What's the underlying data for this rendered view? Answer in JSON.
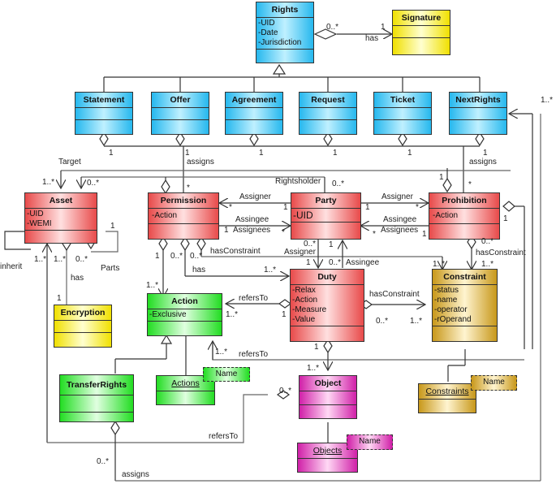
{
  "classes": {
    "rights": {
      "name": "Rights",
      "attrs": [
        "-UID",
        "-Date",
        "-Jurisdiction"
      ]
    },
    "signature": {
      "name": "Signature"
    },
    "statement": {
      "name": "Statement"
    },
    "offer": {
      "name": "Offer"
    },
    "agreement": {
      "name": "Agreement"
    },
    "request": {
      "name": "Request"
    },
    "ticket": {
      "name": "Ticket"
    },
    "nextrights": {
      "name": "NextRights"
    },
    "asset": {
      "name": "Asset",
      "attrs": [
        "-UID",
        "-WEMI"
      ]
    },
    "permission": {
      "name": "Permission",
      "attrs": [
        "-Action"
      ]
    },
    "party": {
      "name": "Party",
      "attrs": [
        "-UID"
      ]
    },
    "prohibition": {
      "name": "Prohibition",
      "attrs": [
        "-Action"
      ]
    },
    "encryption": {
      "name": "Encryption"
    },
    "action": {
      "name": "Action",
      "attrs": [
        "-Exclusive"
      ]
    },
    "duty": {
      "name": "Duty",
      "attrs": [
        "-Relax",
        "-Action",
        "-Measure",
        "-Value"
      ]
    },
    "constraint": {
      "name": "Constraint",
      "attrs": [
        "-status",
        "-name",
        "-operator",
        "-rOperand"
      ]
    },
    "transferrights": {
      "name": "TransferRights"
    },
    "actions": {
      "name": "Actions",
      "param": "Name"
    },
    "object": {
      "name": "Object"
    },
    "objects": {
      "name": "Objects",
      "param": "Name"
    },
    "constraints": {
      "name": "Constraints",
      "param": "Name"
    }
  },
  "labels": {
    "rights_sig_mult_a": "0..*",
    "rights_sig_mult_b": "1",
    "rights_sig_role": "has",
    "assigns_top": "assigns",
    "assigns_right": "assigns",
    "one_1": "1",
    "one_2": "1",
    "one_3": "1",
    "one_4": "1",
    "one_5": "1",
    "one_6": "1",
    "nextrights_mult": "1..*",
    "target": "Target",
    "asset_target_mult": "1..*",
    "asset_b_mult": "0..*",
    "perm_star": "*",
    "rightsholder": "Rightsholder",
    "rightsholder_mult": "0..*",
    "proh_1": "1",
    "proh_star": "*",
    "assigner_pp": "Assigner",
    "assigner_pp_star": "*",
    "assigner_pp_1": "1",
    "assingee_pp": "Assingee",
    "assignees_pp": "Assignees",
    "assingee_pp_1": "1",
    "assingee_pp_star": "*",
    "assigner_pr": "Assigner",
    "assigner_pr_1": "1",
    "assigner_pr_star": "*",
    "assingee_pr": "Assingee",
    "assignees_pr": "Assignees",
    "assingee_pr_star": "*",
    "assingee_pr_1": "1",
    "inherit": "inherit",
    "inherit_mult": "1..*",
    "asset_has_mult": "1..*",
    "parts_mult_a": "0..*",
    "parts_mult_b": "1",
    "parts": "Parts",
    "enc_has": "has",
    "enc_1": "1",
    "perm_1": "1",
    "perm_0a": "0..*",
    "perm_0b": "0..*",
    "perm_hasconstraint": "hasConstraint",
    "perm_has": "has",
    "duty_has_mult": "1..*",
    "action_mult": "1..*",
    "party_0": "0..*",
    "party_assigner": "Assigner",
    "party_1": "1",
    "duty_1": "1",
    "duty_0": "0..*",
    "duty_assingee": "Assingee",
    "proh_0": "0..*",
    "proh_hasconstraint": "hasConstraint",
    "c_mult_a": "1..*",
    "c_mult_b": "1..*",
    "proh_r1": "1",
    "refersto_duty": "refersTo",
    "refersto_1": "1",
    "refersto_mult": "1..*",
    "duty_hasconstraint": "hasConstraint",
    "duty_c_0": "0..*",
    "duty_c_1": "1..*",
    "refersto_bottom": "refersTo",
    "refersto_bottom_mult": "1..*",
    "duty_obj_1": "1",
    "obj_mult": "1..*",
    "obj_0": "0..*",
    "refersto_tr": "refersTo",
    "tr_0": "0..*",
    "tr_assigns": "assigns"
  },
  "colors": {
    "rights": "#26b8ee",
    "party": "#e84a4a",
    "support": "#f0e000",
    "action": "#22dd22",
    "constraint": "#c8981a",
    "object": "#d020a8"
  }
}
